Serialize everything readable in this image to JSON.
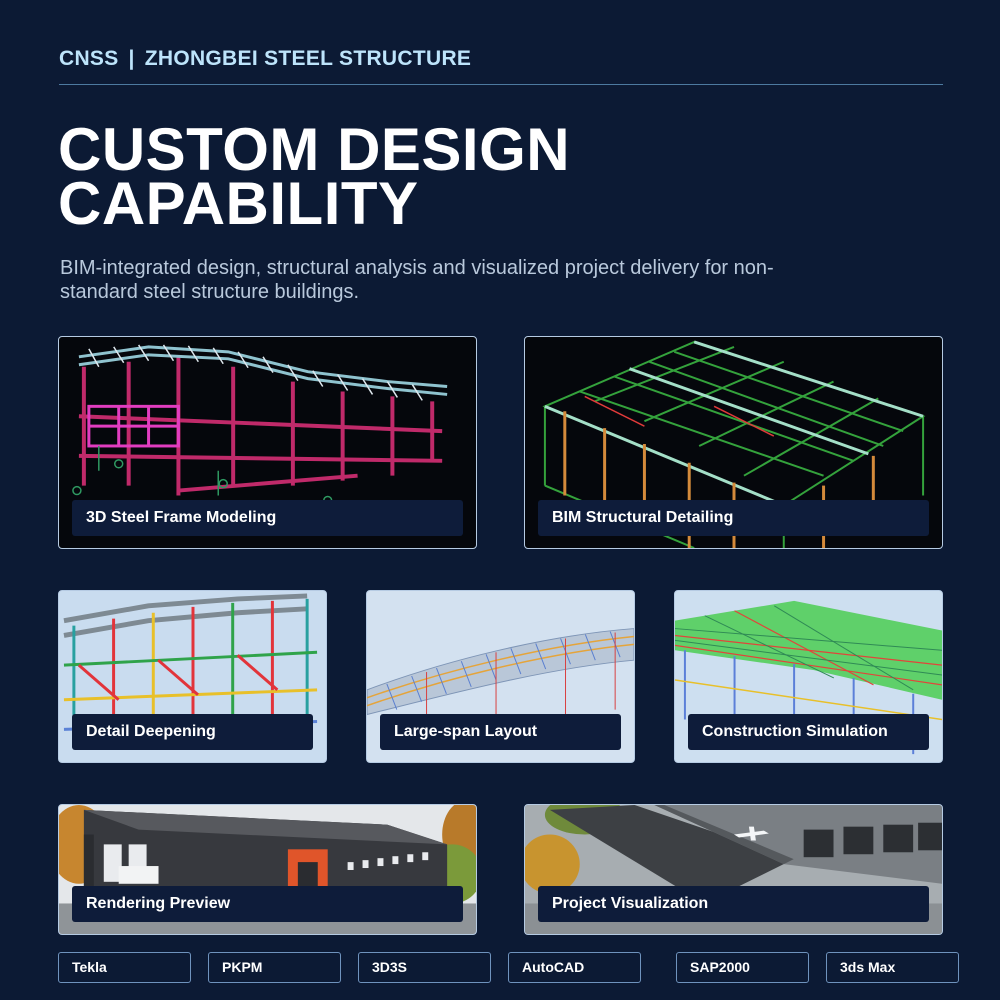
{
  "brand": {
    "left": "CNSS",
    "separator": "|",
    "right": "ZHONGBEI STEEL STRUCTURE"
  },
  "headline": {
    "line1": "CUSTOM DESIGN",
    "line2": "CAPABILITY"
  },
  "subtitle": "BIM-integrated design, structural analysis and visualized project delivery for non-standard steel structure buildings.",
  "cards": [
    {
      "label": "3D Steel Frame Modeling"
    },
    {
      "label": "BIM Structural Detailing"
    },
    {
      "label": "Detail Deepening"
    },
    {
      "label": "Large-span Layout"
    },
    {
      "label": "Construction Simulation"
    },
    {
      "label": "Rendering Preview"
    },
    {
      "label": "Project Visualization"
    }
  ],
  "tools": [
    "Tekla",
    "PKPM",
    "3D3S",
    "AutoCAD",
    "SAP2000",
    "3ds Max"
  ],
  "colors": {
    "background": "#0c1a34",
    "brand_text": "#bde4fb",
    "label_background": "#0e1c3a",
    "card_border": "#b6cbe3",
    "tool_border": "#6f93bd"
  }
}
